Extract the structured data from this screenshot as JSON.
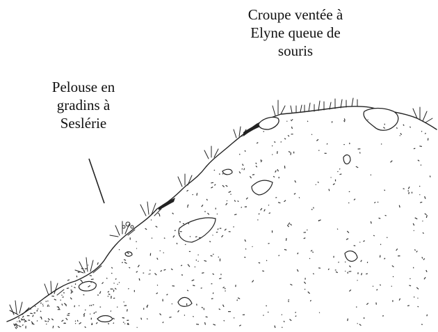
{
  "labels": {
    "croupe": {
      "lines": [
        "Croupe ventée à",
        "Elyne queue de",
        "souris"
      ]
    },
    "pelouse": {
      "lines": [
        "Pelouse en",
        "gradins à",
        "Seslérie"
      ]
    }
  },
  "colors": {
    "ink": "#222222",
    "text": "#111111",
    "paper": "#ffffff"
  }
}
